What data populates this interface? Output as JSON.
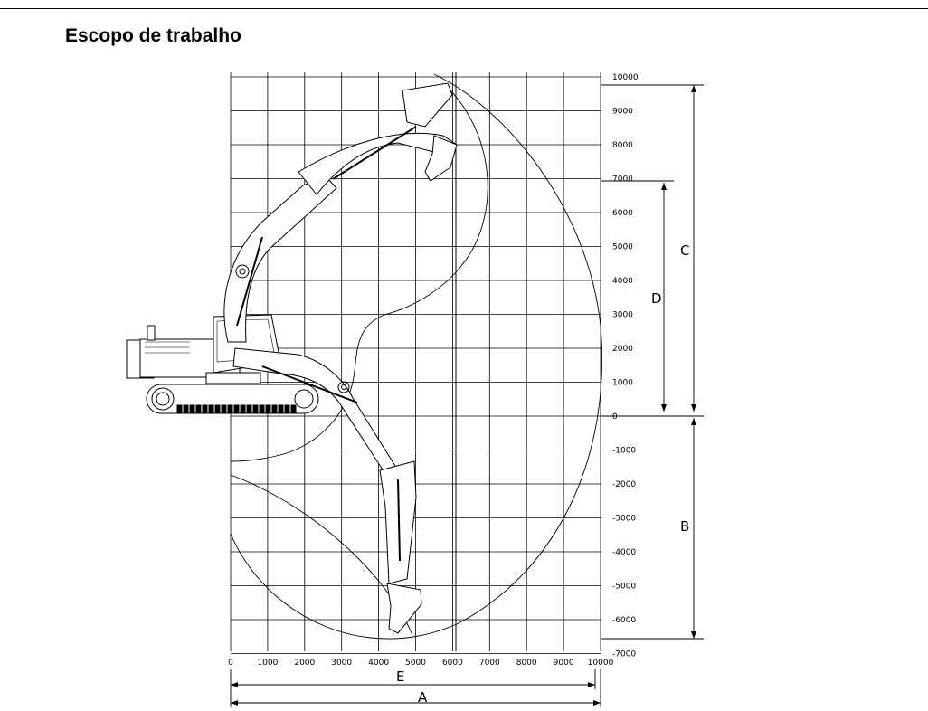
{
  "page": {
    "title": "Escopo de trabalho"
  },
  "diagram": {
    "x_ticks": [
      "0",
      "1000",
      "2000",
      "3000",
      "4000",
      "5000",
      "6000",
      "7000",
      "8000",
      "9000",
      "10000"
    ],
    "y_ticks": [
      "10000",
      "9000",
      "8000",
      "7000",
      "6000",
      "5000",
      "4000",
      "3000",
      "2000",
      "1000",
      "0",
      "-1000",
      "-2000",
      "-3000",
      "-4000",
      "-5000",
      "-6000",
      "-7000"
    ],
    "dimensions": {
      "A": "A",
      "B": "B",
      "C": "C",
      "D": "D",
      "E": "E"
    }
  }
}
